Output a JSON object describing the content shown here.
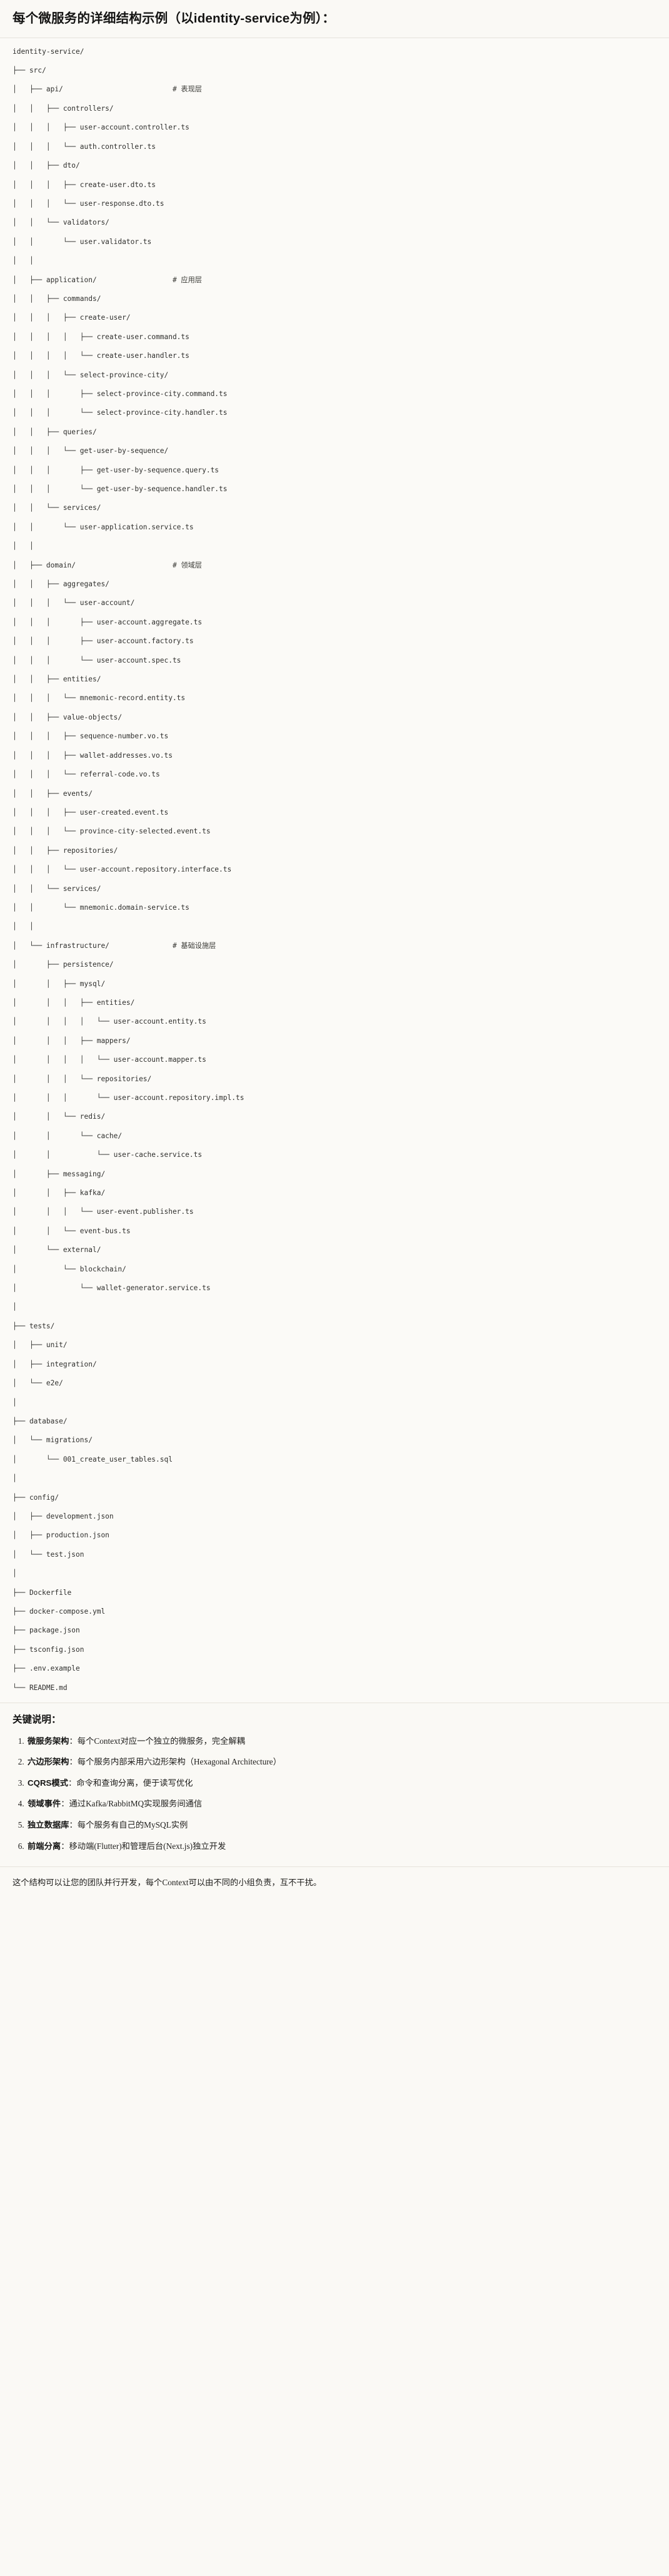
{
  "header": {
    "title": "每个微服务的详细结构示例（以identity-service为例）："
  },
  "code_block": {
    "language": "text",
    "lines": [
      "identity-service/",
      "├── src/",
      "│   ├── api/                          # 表现层",
      "│   │   ├── controllers/",
      "│   │   │   ├── user-account.controller.ts",
      "│   │   │   └── auth.controller.ts",
      "│   │   ├── dto/",
      "│   │   │   ├── create-user.dto.ts",
      "│   │   │   └── user-response.dto.ts",
      "│   │   └── validators/",
      "│   │       └── user.validator.ts",
      "│   │",
      "│   ├── application/                  # 应用层",
      "│   │   ├── commands/",
      "│   │   │   ├── create-user/",
      "│   │   │   │   ├── create-user.command.ts",
      "│   │   │   │   └── create-user.handler.ts",
      "│   │   │   └── select-province-city/",
      "│   │   │       ├── select-province-city.command.ts",
      "│   │   │       └── select-province-city.handler.ts",
      "│   │   ├── queries/",
      "│   │   │   └── get-user-by-sequence/",
      "│   │   │       ├── get-user-by-sequence.query.ts",
      "│   │   │       └── get-user-by-sequence.handler.ts",
      "│   │   └── services/",
      "│   │       └── user-application.service.ts",
      "│   │",
      "│   ├── domain/                       # 领域层",
      "│   │   ├── aggregates/",
      "│   │   │   └── user-account/",
      "│   │   │       ├── user-account.aggregate.ts",
      "│   │   │       ├── user-account.factory.ts",
      "│   │   │       └── user-account.spec.ts",
      "│   │   ├── entities/",
      "│   │   │   └── mnemonic-record.entity.ts",
      "│   │   ├── value-objects/",
      "│   │   │   ├── sequence-number.vo.ts",
      "│   │   │   ├── wallet-addresses.vo.ts",
      "│   │   │   └── referral-code.vo.ts",
      "│   │   ├── events/",
      "│   │   │   ├── user-created.event.ts",
      "│   │   │   └── province-city-selected.event.ts",
      "│   │   ├── repositories/",
      "│   │   │   └── user-account.repository.interface.ts",
      "│   │   └── services/",
      "│   │       └── mnemonic.domain-service.ts",
      "│   │",
      "│   └── infrastructure/               # 基础设施层",
      "│       ├── persistence/",
      "│       │   ├── mysql/",
      "│       │   │   ├── entities/",
      "│       │   │   │   └── user-account.entity.ts",
      "│       │   │   ├── mappers/",
      "│       │   │   │   └── user-account.mapper.ts",
      "│       │   │   └── repositories/",
      "│       │   │       └── user-account.repository.impl.ts",
      "│       │   └── redis/",
      "│       │       └── cache/",
      "│       │           └── user-cache.service.ts",
      "│       ├── messaging/",
      "│       │   ├── kafka/",
      "│       │   │   └── user-event.publisher.ts",
      "│       │   └── event-bus.ts",
      "│       └── external/",
      "│           └── blockchain/",
      "│               └── wallet-generator.service.ts",
      "│",
      "├── tests/",
      "│   ├── unit/",
      "│   ├── integration/",
      "│   └── e2e/",
      "│",
      "├── database/",
      "│   └── migrations/",
      "│       └── 001_create_user_tables.sql",
      "│",
      "├── config/",
      "│   ├── development.json",
      "│   ├── production.json",
      "│   └── test.json",
      "│",
      "├── Dockerfile",
      "├── docker-compose.yml",
      "├── package.json",
      "├── tsconfig.json",
      "├── .env.example",
      "└── README.md"
    ]
  },
  "notes": {
    "title": "关键说明：",
    "items": [
      {
        "term": "微服务架构",
        "desc": "：每个Context对应一个独立的微服务，完全解耦"
      },
      {
        "term": "六边形架构",
        "desc": "：每个服务内部采用六边形架构（Hexagonal Architecture）"
      },
      {
        "term": "CQRS模式",
        "desc": "：命令和查询分离，便于读写优化"
      },
      {
        "term": "领域事件",
        "desc": "：通过Kafka/RabbitMQ实现服务间通信"
      },
      {
        "term": "独立数据库",
        "desc": "：每个服务有自己的MySQL实例"
      },
      {
        "term": "前端分离",
        "desc": "：移动端(Flutter)和管理后台(Next.js)独立开发"
      }
    ]
  },
  "footer": {
    "text": "这个结构可以让您的团队并行开发，每个Context可以由不同的小组负责，互不干扰。"
  },
  "colors": {
    "background": "#faf9f5",
    "code_background": "#fbfaf7",
    "text": "#1f1e1c",
    "heading": "#141413",
    "divider": "#e6e3db"
  }
}
